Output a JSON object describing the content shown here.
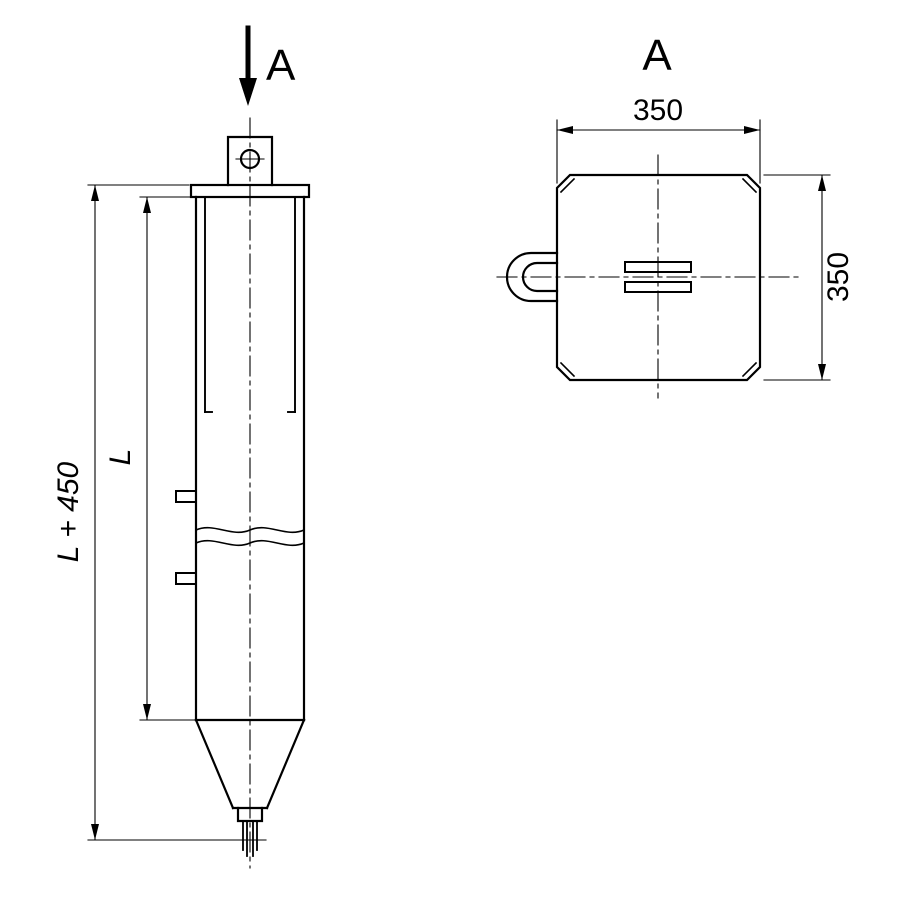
{
  "meta": {
    "background_color": "#ffffff",
    "line_color": "#000000",
    "drawing_type": "technical-drawing-pile-two-views"
  },
  "front_view": {
    "section_label": "A",
    "dim_total_length": "L + 450",
    "dim_body_length": "L"
  },
  "section_view": {
    "view_label": "A",
    "dim_width": "350",
    "dim_height": "350"
  }
}
